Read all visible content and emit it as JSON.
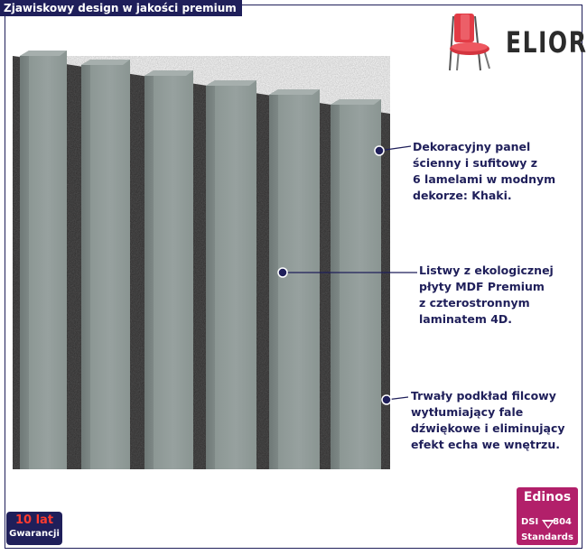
{
  "header": {
    "title": "Zjawiskowy design w jakości premium"
  },
  "brand": {
    "name": "ELIOR",
    "icon": "chair-icon"
  },
  "colors": {
    "navy": "#1f1f5a",
    "slat": "#8f9a97",
    "felt": "#2c2b2b",
    "accent_red": "#e23b45",
    "cert_magenta": "#b2206a"
  },
  "callouts": [
    {
      "text": "Dekoracyjny panel\nścienny i sufitowy z\n6 lamelami w modnym\ndekorze: Khaki."
    },
    {
      "text": "Listwy z ekologicznej\npłyty MDF Premium\nz czterostronnym\nlaminatem 4D."
    },
    {
      "text": "Trwały podkład filcowy\nwytłumiający fale\ndźwiękowe i eliminujący\nefekt echa we wnętrzu."
    }
  ],
  "warranty": {
    "years": "10 lat",
    "label": "Gwarancji"
  },
  "certificate": {
    "brand": "Edinos",
    "left": "DSI",
    "number": "804",
    "label": "Standards"
  }
}
